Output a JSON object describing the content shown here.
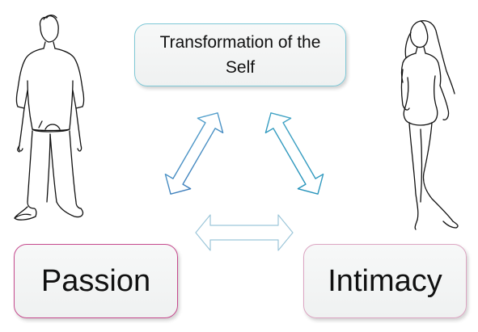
{
  "nodes": {
    "top": {
      "label": "Transformation of the Self",
      "border_color": "#7ec8d6"
    },
    "left": {
      "label": "Passion",
      "border_color": "#c64a8e"
    },
    "right": {
      "label": "Intimacy",
      "border_color": "#dca5c2"
    }
  },
  "edges": [
    {
      "from": "left",
      "to": "top",
      "type": "double-arrow",
      "color": "#4f97c4"
    },
    {
      "from": "top",
      "to": "right",
      "type": "double-arrow",
      "color": "#2f9cc2"
    },
    {
      "from": "left",
      "to": "right",
      "type": "double-arrow",
      "color": "#9cc6d9"
    }
  ],
  "illustrations": [
    {
      "name": "man-line-drawing",
      "style": "continuous line art"
    },
    {
      "name": "woman-line-drawing",
      "style": "continuous line art"
    }
  ]
}
